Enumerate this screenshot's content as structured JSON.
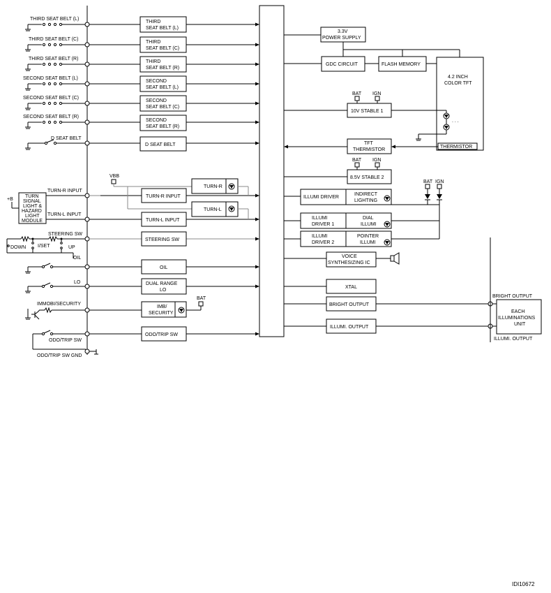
{
  "figure_id": "IDI10672",
  "inputs": {
    "third_belt_l": "THIRD SEAT BELT (L)",
    "third_belt_c": "THIRD SEAT BELT (C)",
    "third_belt_r": "THIRD SEAT BELT (R)",
    "second_belt_l": "SECOND SEAT BELT (L)",
    "second_belt_c": "SECOND SEAT BELT (C)",
    "second_belt_r": "SECOND SEAT BELT (R)",
    "d_belt": "D SEAT BELT",
    "turn_r_input": "TURN-R INPUT",
    "turn_l_input": "TURN-L INPUT",
    "steering_sw": "STEERING SW",
    "oil": "OIL",
    "lo": "LO",
    "immobi_security": "IMMOBI/SECURITY",
    "odo_trip_sw": "ODO/TRIP SW",
    "odo_trip_sw_gnd": "ODO/TRIP SW GND",
    "plus_b": "+B",
    "down": "DOWN",
    "i_set": "I/SET",
    "up": "UP",
    "vbb": "VBB",
    "bat": "BAT",
    "ign": "IGN"
  },
  "turn_module": [
    "TURN",
    "SIGNAL",
    "LIGHT &",
    "HAZARD",
    "LIGHT",
    "MODULE"
  ],
  "left_blocks": {
    "third_l": [
      "THIRD",
      "SEAT BELT (L)"
    ],
    "third_c": [
      "THIRD",
      "SEAT BELT (C)"
    ],
    "third_r": [
      "THIRD",
      "SEAT BELT (R)"
    ],
    "second_l": [
      "SECOND",
      "SEAT BELT (L)"
    ],
    "second_c": [
      "SECOND",
      "SEAT BELT (C)"
    ],
    "second_r": [
      "SECOND",
      "SEAT BELT (R)"
    ],
    "d_belt": "D SEAT BELT",
    "turn_r": "TURN-R INPUT",
    "turn_l": "TURN-L INPUT",
    "steering": "STEERING SW",
    "oil": "OIL",
    "dual_range": [
      "DUAL RANGE",
      "LO"
    ],
    "imb": [
      "IMB/",
      "SECURITY"
    ],
    "odo": "ODO/TRIP SW",
    "turn_r_ind": "TURN-R",
    "turn_l_ind": "TURN-L"
  },
  "right_blocks": {
    "power": [
      "3.3V",
      "POWER SUPPLY"
    ],
    "gdc": "GDC CIRCUIT",
    "flash": "FLASH MEMORY",
    "tft": [
      "4.2 INCH",
      "COLOR TFT"
    ],
    "stable10": "10V STABLE 1",
    "tft_therm": [
      "TFT",
      "THERMISTOR"
    ],
    "thermistor": "THERMISTOR",
    "stable85": "8.5V STABLE 2",
    "illumi_driver": "ILLUMI DRIVER",
    "indirect": [
      "INDIRECT",
      "LIGHTING"
    ],
    "illumi_driver1": [
      "ILLUMI",
      "DRIVER 1"
    ],
    "dial_illumi": [
      "DIAL",
      "ILLUMI"
    ],
    "illumi_driver2": [
      "ILLUMI",
      "DRIVER 2"
    ],
    "pointer_illumi": [
      "POINTER",
      "ILLUMI"
    ],
    "voice": [
      "VOICE",
      "SYNTHESIZING IC"
    ],
    "xtal": "XTAL",
    "bright_output": "BRIGHT OUTPUT",
    "illumi_output": "ILLUMI. OUTPUT",
    "each_unit": [
      "EACH",
      "ILLUMINATIONS",
      "UNIT"
    ],
    "bright_output_label": "BRIGHT OUTPUT",
    "illumi_output_label": "ILLUMI. OUTPUT",
    "dots": ". . ."
  }
}
